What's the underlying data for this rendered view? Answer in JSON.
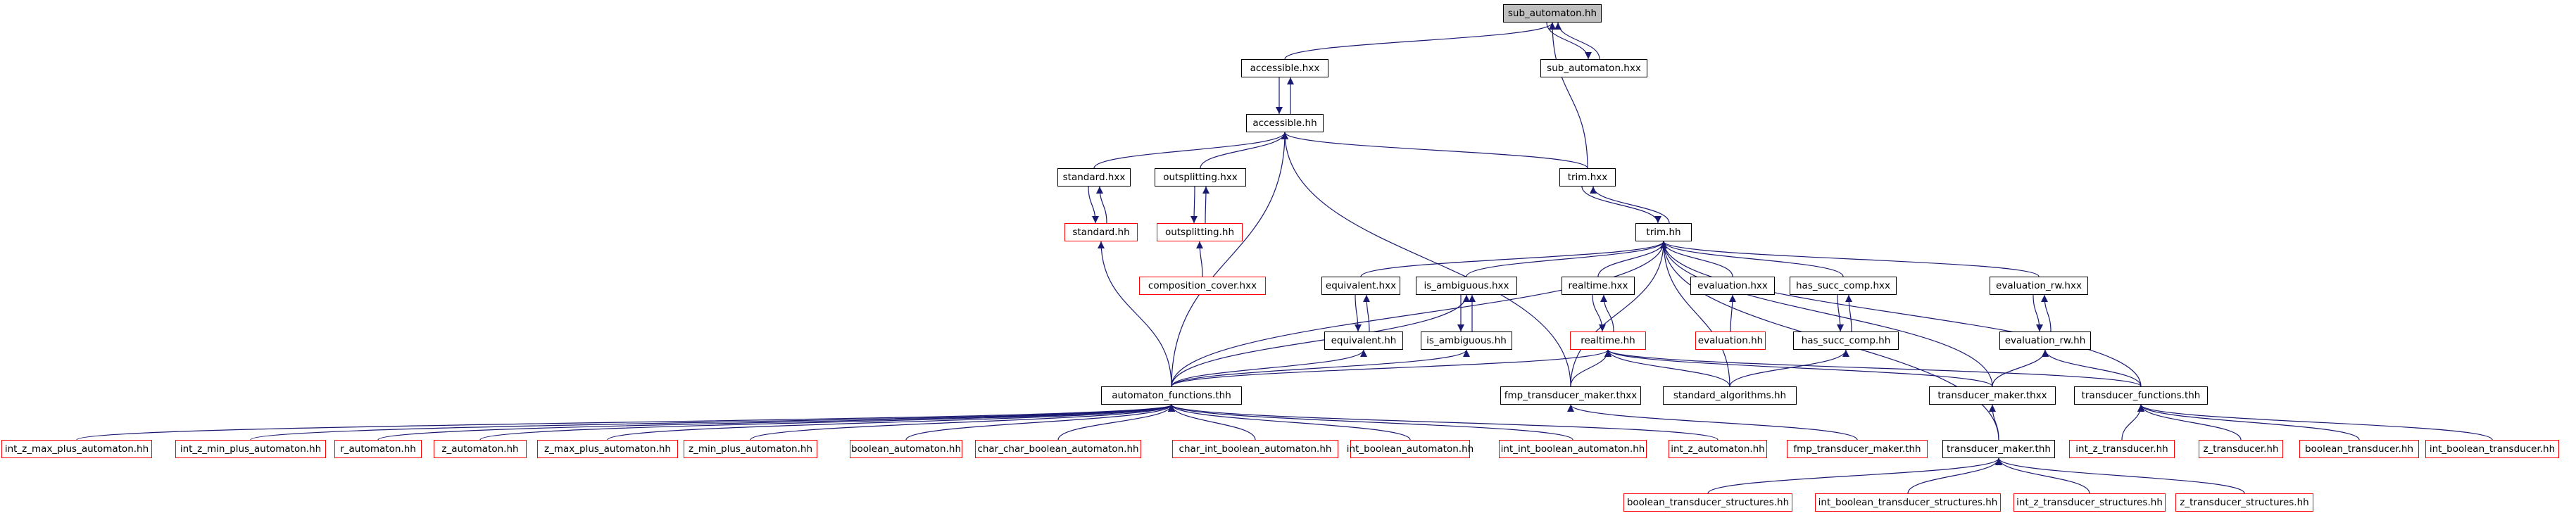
{
  "graph": {
    "root": "sub_automaton.hh",
    "colors": {
      "edge": "#191970",
      "root_fill": "#bfbfbf",
      "border_normal": "#000000",
      "border_missing": "#ff0000"
    },
    "nodes": [
      {
        "id": "n0",
        "label": "sub_automaton.hh",
        "style": "root"
      },
      {
        "id": "n1",
        "label": "sub_automaton.hxx",
        "style": "black"
      },
      {
        "id": "n2",
        "label": "accessible.hxx",
        "style": "black"
      },
      {
        "id": "n3",
        "label": "accessible.hh",
        "style": "black"
      },
      {
        "id": "n4",
        "label": "standard.hxx",
        "style": "black"
      },
      {
        "id": "n5",
        "label": "outsplitting.hxx",
        "style": "black"
      },
      {
        "id": "n6",
        "label": "trim.hxx",
        "style": "black"
      },
      {
        "id": "n7",
        "label": "standard.hh",
        "style": "red"
      },
      {
        "id": "n8",
        "label": "outsplitting.hh",
        "style": "red"
      },
      {
        "id": "n9",
        "label": "trim.hh",
        "style": "black"
      },
      {
        "id": "n10",
        "label": "composition_cover.hxx",
        "style": "red"
      },
      {
        "id": "n11",
        "label": "equivalent.hxx",
        "style": "black"
      },
      {
        "id": "n12",
        "label": "is_ambiguous.hxx",
        "style": "black"
      },
      {
        "id": "n13",
        "label": "realtime.hxx",
        "style": "black"
      },
      {
        "id": "n14",
        "label": "evaluation.hxx",
        "style": "black"
      },
      {
        "id": "n15",
        "label": "has_succ_comp.hxx",
        "style": "black"
      },
      {
        "id": "n16",
        "label": "evaluation_rw.hxx",
        "style": "black"
      },
      {
        "id": "n17",
        "label": "equivalent.hh",
        "style": "black"
      },
      {
        "id": "n18",
        "label": "is_ambiguous.hh",
        "style": "black"
      },
      {
        "id": "n19",
        "label": "realtime.hh",
        "style": "red"
      },
      {
        "id": "n20",
        "label": "evaluation.hh",
        "style": "red"
      },
      {
        "id": "n21",
        "label": "has_succ_comp.hh",
        "style": "black"
      },
      {
        "id": "n22",
        "label": "evaluation_rw.hh",
        "style": "black"
      },
      {
        "id": "n23",
        "label": "automaton_functions.thh",
        "style": "black"
      },
      {
        "id": "n24",
        "label": "fmp_transducer_maker.thxx",
        "style": "black"
      },
      {
        "id": "n25",
        "label": "standard_algorithms.hh",
        "style": "black"
      },
      {
        "id": "n26",
        "label": "transducer_maker.thxx",
        "style": "black"
      },
      {
        "id": "n27",
        "label": "transducer_functions.thh",
        "style": "black"
      },
      {
        "id": "n28",
        "label": "int_z_max_plus_automaton.hh",
        "style": "red"
      },
      {
        "id": "n29",
        "label": "int_z_min_plus_automaton.hh",
        "style": "red"
      },
      {
        "id": "n30",
        "label": "r_automaton.hh",
        "style": "red"
      },
      {
        "id": "n31",
        "label": "z_automaton.hh",
        "style": "red"
      },
      {
        "id": "n32",
        "label": "z_max_plus_automaton.hh",
        "style": "red"
      },
      {
        "id": "n33",
        "label": "z_min_plus_automaton.hh",
        "style": "red"
      },
      {
        "id": "n34",
        "label": "boolean_automaton.hh",
        "style": "red"
      },
      {
        "id": "n35",
        "label": "char_char_boolean_automaton.hh",
        "style": "red"
      },
      {
        "id": "n36",
        "label": "char_int_boolean_automaton.hh",
        "style": "red"
      },
      {
        "id": "n37",
        "label": "int_boolean_automaton.hh",
        "style": "red"
      },
      {
        "id": "n38",
        "label": "int_int_boolean_automaton.hh",
        "style": "red"
      },
      {
        "id": "n39",
        "label": "int_z_automaton.hh",
        "style": "red"
      },
      {
        "id": "n40",
        "label": "fmp_transducer_maker.thh",
        "style": "red"
      },
      {
        "id": "n41",
        "label": "transducer_maker.thh",
        "style": "black"
      },
      {
        "id": "n42",
        "label": "int_z_transducer.hh",
        "style": "red"
      },
      {
        "id": "n43",
        "label": "z_transducer.hh",
        "style": "red"
      },
      {
        "id": "n44",
        "label": "boolean_transducer.hh",
        "style": "red"
      },
      {
        "id": "n45",
        "label": "int_boolean_transducer.hh",
        "style": "red"
      },
      {
        "id": "n46",
        "label": "boolean_transducer_structures.hh",
        "style": "red"
      },
      {
        "id": "n47",
        "label": "int_boolean_transducer_structures.hh",
        "style": "red"
      },
      {
        "id": "n48",
        "label": "int_z_transducer_structures.hh",
        "style": "red"
      },
      {
        "id": "n49",
        "label": "z_transducer_structures.hh",
        "style": "red"
      }
    ],
    "edges": [
      [
        "n1",
        "n0"
      ],
      [
        "n0",
        "n1"
      ],
      [
        "n2",
        "n0"
      ],
      [
        "n6",
        "n0"
      ],
      [
        "n3",
        "n2"
      ],
      [
        "n2",
        "n3"
      ],
      [
        "n4",
        "n3"
      ],
      [
        "n5",
        "n3"
      ],
      [
        "n6",
        "n3"
      ],
      [
        "n23",
        "n3"
      ],
      [
        "n24",
        "n3"
      ],
      [
        "n9",
        "n6"
      ],
      [
        "n6",
        "n9"
      ],
      [
        "n7",
        "n4"
      ],
      [
        "n4",
        "n7"
      ],
      [
        "n8",
        "n5"
      ],
      [
        "n5",
        "n8"
      ],
      [
        "n10",
        "n8"
      ],
      [
        "n23",
        "n7"
      ],
      [
        "n11",
        "n9"
      ],
      [
        "n12",
        "n9"
      ],
      [
        "n13",
        "n9"
      ],
      [
        "n14",
        "n9"
      ],
      [
        "n15",
        "n9"
      ],
      [
        "n16",
        "n9"
      ],
      [
        "n23",
        "n9"
      ],
      [
        "n24",
        "n9"
      ],
      [
        "n25",
        "n9"
      ],
      [
        "n26",
        "n9"
      ],
      [
        "n27",
        "n9"
      ],
      [
        "n41",
        "n9"
      ],
      [
        "n17",
        "n11"
      ],
      [
        "n11",
        "n17"
      ],
      [
        "n18",
        "n12"
      ],
      [
        "n12",
        "n18"
      ],
      [
        "n19",
        "n13"
      ],
      [
        "n13",
        "n19"
      ],
      [
        "n20",
        "n14"
      ],
      [
        "n22",
        "n16"
      ],
      [
        "n16",
        "n22"
      ],
      [
        "n21",
        "n15"
      ],
      [
        "n15",
        "n21"
      ],
      [
        "n23",
        "n17"
      ],
      [
        "n23",
        "n18"
      ],
      [
        "n23",
        "n12"
      ],
      [
        "n23",
        "n19"
      ],
      [
        "n24",
        "n19"
      ],
      [
        "n25",
        "n19"
      ],
      [
        "n26",
        "n19"
      ],
      [
        "n27",
        "n19"
      ],
      [
        "n25",
        "n21"
      ],
      [
        "n26",
        "n22"
      ],
      [
        "n27",
        "n22"
      ],
      [
        "n28",
        "n23"
      ],
      [
        "n29",
        "n23"
      ],
      [
        "n30",
        "n23"
      ],
      [
        "n31",
        "n23"
      ],
      [
        "n32",
        "n23"
      ],
      [
        "n33",
        "n23"
      ],
      [
        "n34",
        "n23"
      ],
      [
        "n35",
        "n23"
      ],
      [
        "n36",
        "n23"
      ],
      [
        "n37",
        "n23"
      ],
      [
        "n38",
        "n23"
      ],
      [
        "n39",
        "n23"
      ],
      [
        "n40",
        "n24"
      ],
      [
        "n41",
        "n26"
      ],
      [
        "n42",
        "n27"
      ],
      [
        "n43",
        "n27"
      ],
      [
        "n44",
        "n27"
      ],
      [
        "n45",
        "n27"
      ],
      [
        "n46",
        "n41"
      ],
      [
        "n47",
        "n41"
      ],
      [
        "n48",
        "n41"
      ],
      [
        "n49",
        "n41"
      ]
    ]
  }
}
